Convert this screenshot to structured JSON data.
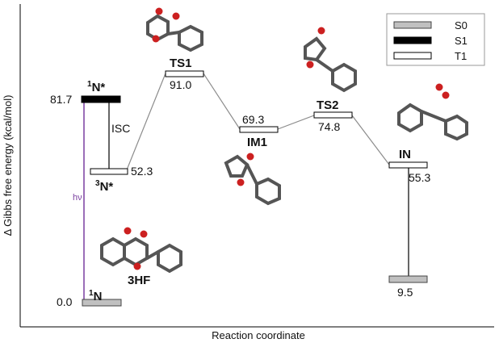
{
  "axes": {
    "xlabel": "Reaction coordinate",
    "ylabel": "Δ Gibbs free energy (kcal/mol)"
  },
  "legend": [
    {
      "name": "S0",
      "color": "#c0c0c0"
    },
    {
      "name": "S1",
      "color": "#000000"
    },
    {
      "name": "T1",
      "color": "#ffffff"
    }
  ],
  "states": [
    {
      "id": "N1",
      "sup": "1",
      "label": "N",
      "value": "0.0",
      "state": "S0"
    },
    {
      "id": "N1s",
      "sup": "1",
      "label": "N*",
      "value": "81.7",
      "state": "S1"
    },
    {
      "id": "N3s",
      "sup": "3",
      "label": "N*",
      "value": "52.3",
      "state": "T1"
    },
    {
      "id": "TS1",
      "label": "TS1",
      "value": "91.0",
      "state": "T1"
    },
    {
      "id": "IM1",
      "label": "IM1",
      "value": "69.3",
      "state": "T1"
    },
    {
      "id": "TS2",
      "label": "TS2",
      "value": "74.8",
      "state": "T1"
    },
    {
      "id": "IN",
      "label": "IN",
      "value": "55.3",
      "state": "T1"
    },
    {
      "id": "IN0",
      "label": "",
      "value": "9.5",
      "state": "S0"
    }
  ],
  "annotations": {
    "hv": "hν",
    "isc": "ISC",
    "compound": "3HF"
  }
}
